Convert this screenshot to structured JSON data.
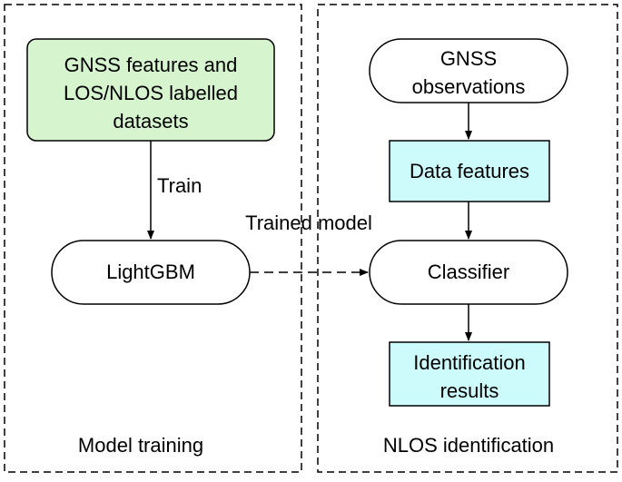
{
  "panels": {
    "left": {
      "caption": "Model training"
    },
    "right": {
      "caption": "NLOS identification"
    }
  },
  "nodes": {
    "gnss_features": {
      "lines": [
        "GNSS features and",
        "LOS/NLOS labelled",
        "datasets"
      ],
      "fill": "#d6f5cf"
    },
    "lightgbm": {
      "lines": [
        "LightGBM"
      ],
      "fill": "#ffffff"
    },
    "gnss_observations": {
      "lines": [
        "GNSS",
        "observations"
      ],
      "fill": "#ffffff"
    },
    "data_features": {
      "lines": [
        "Data features"
      ],
      "fill": "#cdfafa"
    },
    "classifier": {
      "lines": [
        "Classifier"
      ],
      "fill": "#ffffff"
    },
    "identification_results": {
      "lines": [
        "Identification",
        "results"
      ],
      "fill": "#cdfafa"
    }
  },
  "edges": {
    "train": {
      "label": "Train"
    },
    "trained_model": {
      "label": "Trained model"
    }
  },
  "colors": {
    "stroke": "#000000",
    "green_box": "#d6f5cf",
    "cyan_box": "#cdfafa"
  }
}
